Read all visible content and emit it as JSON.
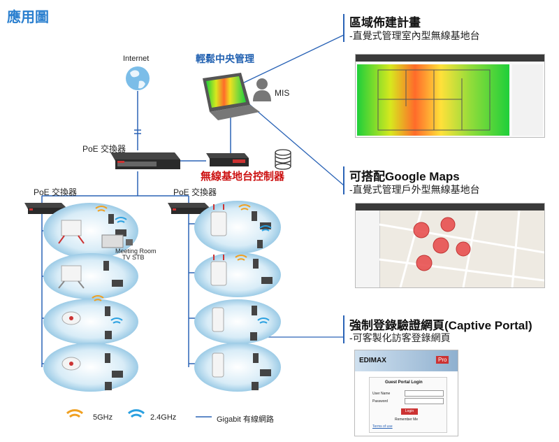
{
  "page_title": "應用圖",
  "network": {
    "internet_label": "Internet",
    "central_mgmt_label": "輕鬆中央管理",
    "mis_label": "MIS",
    "poe_switch_top_label": "PoE 交換器",
    "poe_switch_left_label": "PoE 交換器",
    "poe_switch_right_label": "PoE 交換器",
    "controller_label": "無線基地台控制器",
    "meeting_room_label": "Meeting Room",
    "tv_stb_label": "TV STB"
  },
  "sections": [
    {
      "title": "區域佈建計畫",
      "subtitle": "-直覺式管理室內型無線基地台"
    },
    {
      "title": "可搭配Google Maps",
      "subtitle": "-直覺式管理戶外型無線基地台"
    },
    {
      "title": "強制登錄驗證網頁(Captive Portal)",
      "subtitle": "-可客製化訪客登錄網頁"
    }
  ],
  "portal": {
    "brand": "EDIMAX",
    "brand_tag": "Pro",
    "login_title": "Guest Portal Login",
    "user_label": "User Name",
    "pass_label": "Password",
    "login_button": "Login",
    "remember_label": "Remember Me",
    "terms_label": "Terms of use"
  },
  "legend": {
    "band_5g": "5GHz",
    "band_24g": "2.4GHz",
    "gigabit": "Gigabit 有線網路"
  },
  "colors": {
    "title_blue": "#2a7fcf",
    "accent_red": "#cc1111",
    "wire_blue": "#2a63b6",
    "wifi_orange": "#f0a020",
    "wifi_blue": "#2aa0e0"
  }
}
